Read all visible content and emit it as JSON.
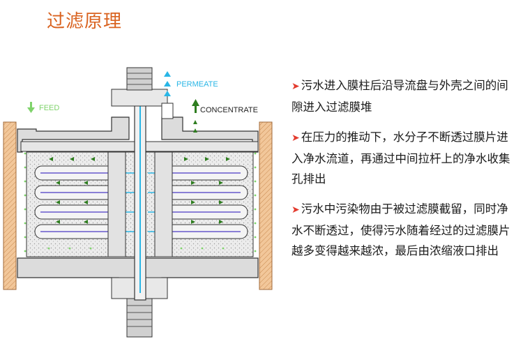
{
  "slide": {
    "title": "过滤原理"
  },
  "diagram": {
    "labels": {
      "feed": "FEED",
      "permeate": "PERMEATE",
      "concentrate": "CONCENTRATE"
    },
    "colors": {
      "shell": "#e8b98a",
      "housing": "#d9d9d9",
      "permeate": "#29b6e6",
      "feed": "#7fd36b",
      "concentrate": "#2e7d1f",
      "membrane": "#8a7fd6"
    }
  },
  "notes": [
    {
      "bullet": "➤",
      "text": "污水进入膜柱后沿导流盘与外壳之间的间隙进入过滤膜堆"
    },
    {
      "bullet": "➤",
      "text": "在压力的推动下，水分子不断透过膜片进入净水流道，再通过中间拉杆上的净水收集孔排出"
    },
    {
      "bullet": "➤",
      "text": "污水中污染物由于被过滤膜截留，同时净水不断透过，使得污水随着经过的过滤膜片越多变得越来越浓，最后由浓缩液口排出"
    }
  ]
}
